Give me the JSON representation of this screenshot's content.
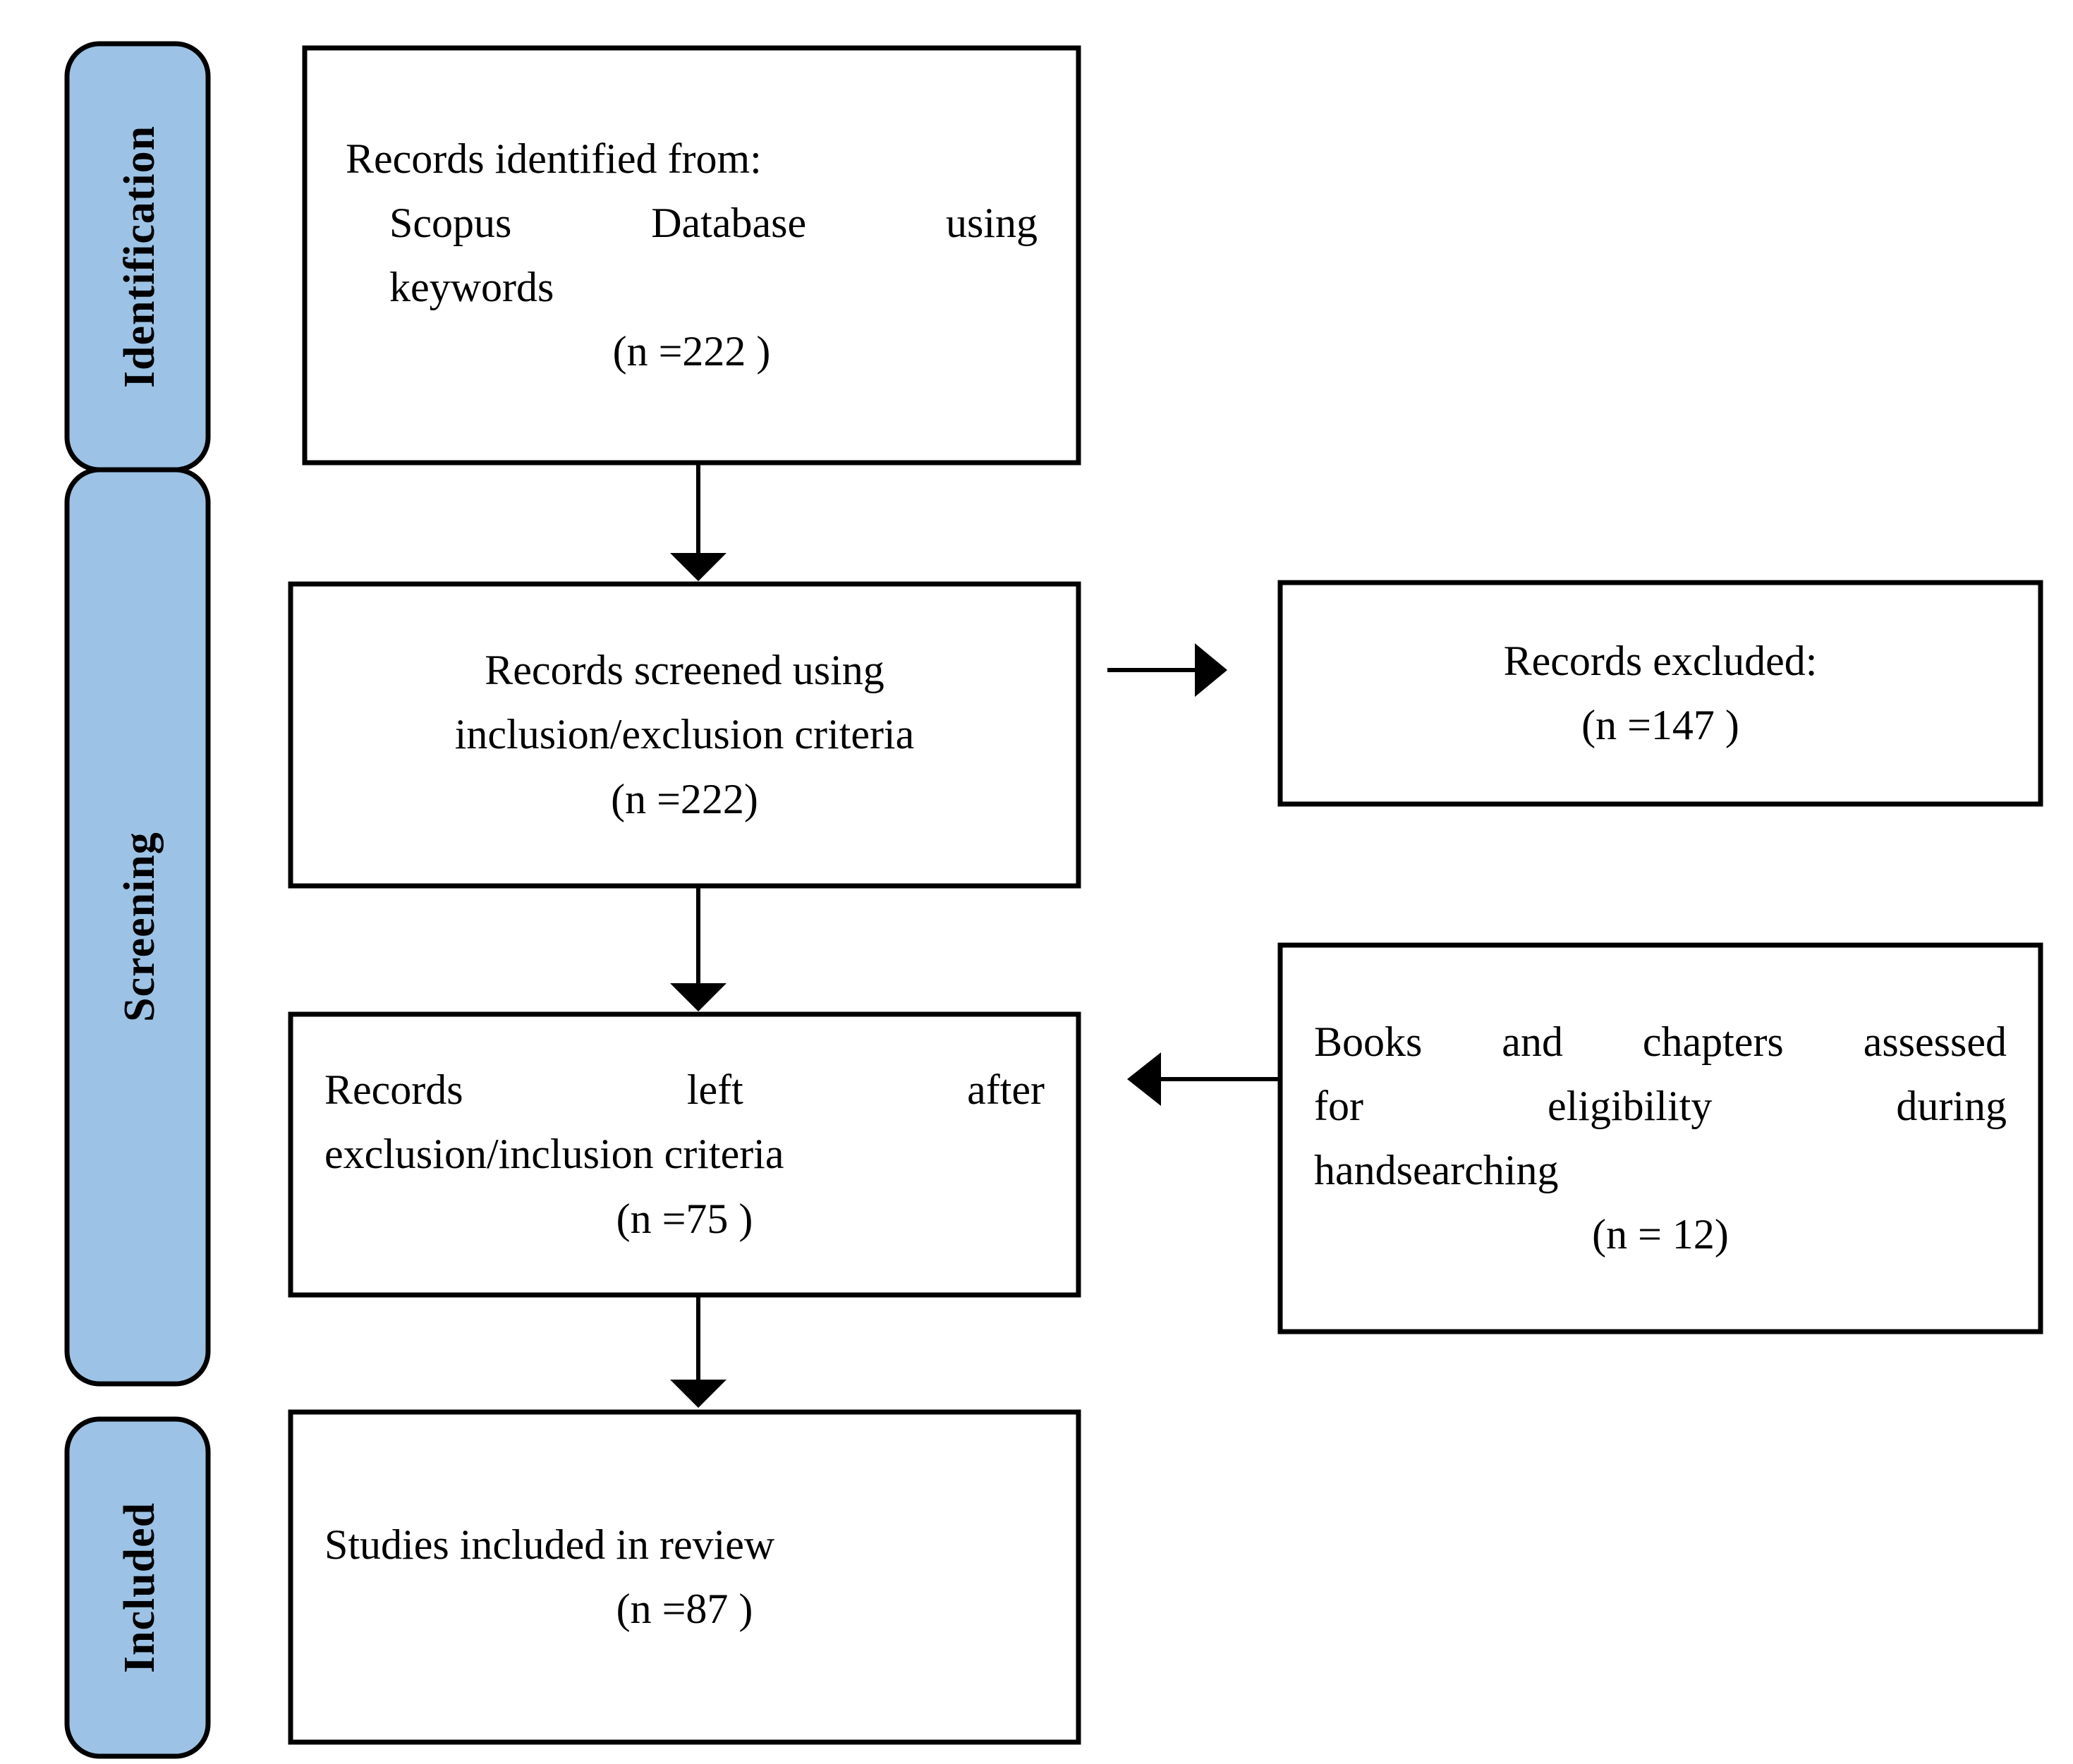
{
  "diagram": {
    "type": "prisma-flow-diagram",
    "accent_color": "#9CC3E5",
    "line_color": "#000000",
    "background_color": "#FFFFFF"
  },
  "stages": [
    {
      "id": "identification",
      "label": "Identification"
    },
    {
      "id": "screening",
      "label": "Screening"
    },
    {
      "id": "included",
      "label": "Included"
    }
  ],
  "boxes": {
    "identified": {
      "line1": "Records identified from:",
      "line2": "Scopus Database using",
      "line3": "keywords",
      "count": "(n =222 )"
    },
    "screened": {
      "line1": "Records screened using",
      "line2": "inclusion/exclusion criteria",
      "count": "(n =222)"
    },
    "excluded": {
      "line1": "Records excluded:",
      "count": "(n =147 )"
    },
    "left_after": {
      "line1": "Records left after",
      "line2": "exclusion/inclusion criteria",
      "count": "(n =75 )"
    },
    "handsearch": {
      "line1": "Books and chapters assessed",
      "line2": "for eligibility during",
      "line3": "handsearching",
      "count": "(n = 12)"
    },
    "included_studies": {
      "line1": "Studies included in review",
      "count": "(n =87 )"
    }
  },
  "arrows": [
    {
      "id": "identified-to-screened",
      "direction": "down"
    },
    {
      "id": "screened-to-excluded",
      "direction": "right"
    },
    {
      "id": "screened-to-left-after",
      "direction": "down"
    },
    {
      "id": "handsearch-to-left-after",
      "direction": "left"
    },
    {
      "id": "left-after-to-included",
      "direction": "down"
    }
  ]
}
